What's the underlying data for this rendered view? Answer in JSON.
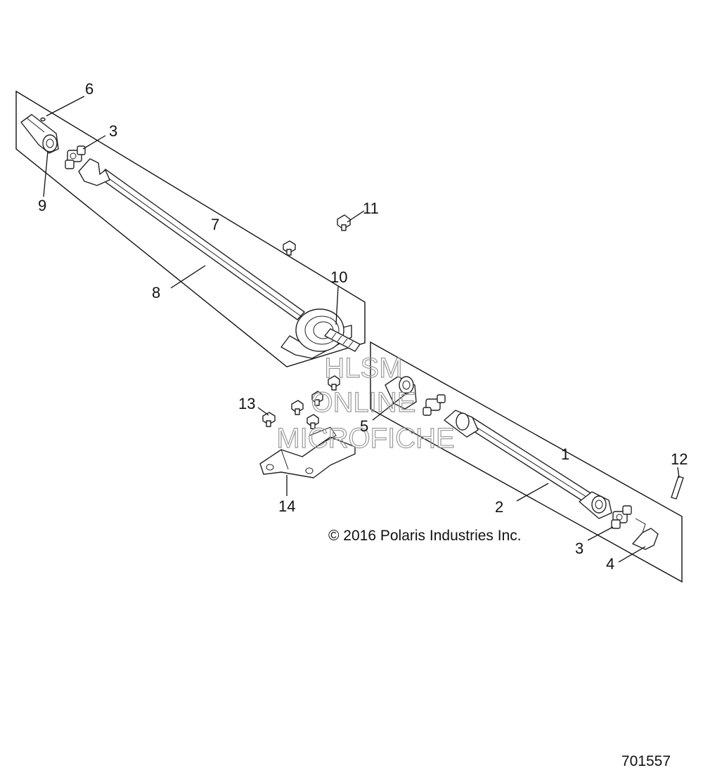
{
  "callouts": {
    "c1": "1",
    "c2": "2",
    "c3a": "3",
    "c3b": "3",
    "c4": "4",
    "c5": "5",
    "c6": "6",
    "c7": "7",
    "c8": "8",
    "c9": "9",
    "c10": "10",
    "c11": "11",
    "c12": "12",
    "c13": "13",
    "c14": "14"
  },
  "copyright": "© 2016 Polaris Industries Inc.",
  "document_number": "701557",
  "watermark": {
    "line1": "HLSM",
    "line2": "ONLINE",
    "line3": "MICROFICHE"
  }
}
